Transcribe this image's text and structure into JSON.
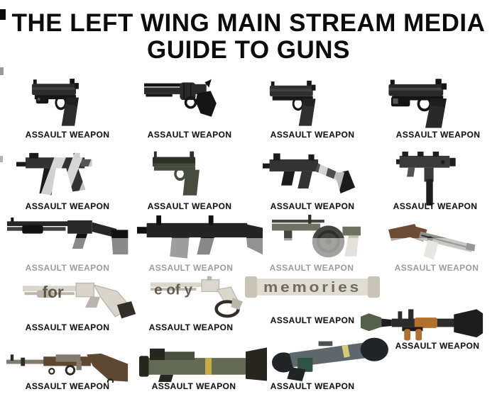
{
  "title": {
    "line1": "THE LEFT WING MAIN STREAM MEDIA",
    "line2": "GUIDE TO GUNS"
  },
  "colors": {
    "background": "#fefefe",
    "title_ink": "#0c0c0c",
    "label_ink": "#161616",
    "label_ink_faded": "#9c9c9c",
    "watermark_band": "rgba(255,255,255,0.5)"
  },
  "items": [
    {
      "name": "pistol-with-laser-sight",
      "type": "pistol",
      "variant": "laser",
      "label": "ASSAULT WEAPON",
      "label_tone": "black",
      "palette": {
        "body": "#2d2d2d",
        "dark": "#171717",
        "mid": "#4d4d4d"
      }
    },
    {
      "name": "revolver",
      "type": "revolver",
      "label": "ASSAULT WEAPON",
      "label_tone": "black",
      "palette": {
        "body": "#2a2a2a",
        "dark": "#151515",
        "mid": "#4a4a4a"
      }
    },
    {
      "name": "semi-auto-pistol",
      "type": "pistol",
      "variant": "plain",
      "label": "ASSAULT WEAPON",
      "label_tone": "black",
      "palette": {
        "body": "#303030",
        "dark": "#181818",
        "mid": "#505050"
      }
    },
    {
      "name": "pistol-with-tactical-light",
      "type": "pistol",
      "variant": "light",
      "label": "ASSAULT WEAPON",
      "label_tone": "black",
      "palette": {
        "body": "#292929",
        "dark": "#141414",
        "mid": "#565656"
      }
    },
    {
      "name": "machine-pistol",
      "type": "skorpion",
      "label": "ASSAULT WEAPON",
      "label_tone": "black",
      "watermark_stripes": true,
      "palette": {
        "body": "#323232",
        "dark": "#1a1a1a",
        "mid": "#555555"
      }
    },
    {
      "name": "compact-pistol",
      "type": "glock",
      "label": "ASSAULT WEAPON",
      "label_tone": "black",
      "palette": {
        "body": "#474c3e",
        "dark": "#2d3127",
        "mid": "#5c6150"
      }
    },
    {
      "name": "machine-pistol-folding-stock",
      "type": "smg_stock",
      "label": "ASSAULT WEAPON",
      "label_tone": "black",
      "watermark_stripes": true,
      "palette": {
        "body": "#333333",
        "dark": "#1b1b1b",
        "mid": "#4f4f4f"
      }
    },
    {
      "name": "smg-long-magazine",
      "type": "uzi",
      "label": "ASSAULT WEAPON",
      "label_tone": "black",
      "palette": {
        "body": "#3a3a3a",
        "dark": "#1e1e1e",
        "mid": "#555555"
      }
    },
    {
      "name": "combat-shotgun",
      "type": "spas",
      "label": "ASSAULT WEAPON",
      "label_tone": "gray",
      "palette": {
        "body": "#262626",
        "dark": "#121212",
        "mid": "#3f3f3f"
      }
    },
    {
      "name": "automatic-shotgun",
      "type": "aa12",
      "label": "ASSAULT WEAPON",
      "label_tone": "gray",
      "palette": {
        "body": "#242424",
        "dark": "#101010",
        "mid": "#3c3c3c"
      }
    },
    {
      "name": "drum-revolver-shotgun",
      "type": "striker",
      "label": "ASSAULT WEAPON",
      "label_tone": "gray",
      "palette": {
        "body": "#6e7262",
        "dark": "#2f2f2c",
        "mid": "#45463f",
        "light": "#c6c2b5"
      }
    },
    {
      "name": "sawed-off-shotgun",
      "type": "sawnoff",
      "label": "ASSAULT WEAPON",
      "label_tone": "gray",
      "palette": {
        "wood": "#6e4c34",
        "metal": "#8e8e8a",
        "dark": "#2f2f2d",
        "light": "#d3cec3"
      }
    },
    {
      "name": "pump-shotgun-watermarked",
      "type": "lever_shotgun",
      "label": "ASSAULT WEAPON",
      "label_tone": "black",
      "letters": "for",
      "palette": {
        "body": "#d9d5cb",
        "shade": "#b9b5aa",
        "dark": "#322f28",
        "ink": "#4c4736"
      }
    },
    {
      "name": "lever-action-watermarked",
      "type": "mares_leg",
      "label": "ASSAULT WEAPON",
      "label_tone": "black",
      "letters": "e of y",
      "palette": {
        "body": "#dbd7cd",
        "shade": "#bbb7ac",
        "dark": "#322f28",
        "ink": "#4c4736"
      }
    },
    {
      "name": "rocket-tube-watermarked",
      "type": "tube",
      "label": "ASSAULT WEAPON",
      "label_tone": "black",
      "letters": "memories",
      "palette": {
        "body": "#dfdcd3",
        "cap": "#c8c4b8",
        "ink": "#575142"
      }
    },
    {
      "name": "rpg-7",
      "type": "rpg",
      "label": "ASSAULT WEAPON",
      "label_tone": "black",
      "palette": {
        "head": "#55604a",
        "tube": "#2c2c2c",
        "wood": "#b2702f",
        "bell": "#1d1d1d"
      }
    },
    {
      "name": "bolt-action-rifle",
      "type": "bolt_rifle",
      "label": "ASSAULT WEAPON",
      "label_tone": "black",
      "palette": {
        "wood": "#5f4833",
        "metal": "#837c6e",
        "dark": "#2e2a24"
      }
    },
    {
      "name": "rocket-launcher",
      "type": "law",
      "label": "ASSAULT WEAPON",
      "label_tone": "black",
      "palette": {
        "body": "#646a53",
        "dark": "#26261e",
        "mid": "#4a4f3d",
        "band": "#c9aa45"
      }
    },
    {
      "name": "anti-tank-launcher",
      "type": "at4",
      "label": "ASSAULT WEAPON",
      "label_tone": "black",
      "palette": {
        "body": "#5e686c",
        "ends": "#212526",
        "band": "#d8ca79",
        "green": "#2f5347"
      }
    }
  ]
}
